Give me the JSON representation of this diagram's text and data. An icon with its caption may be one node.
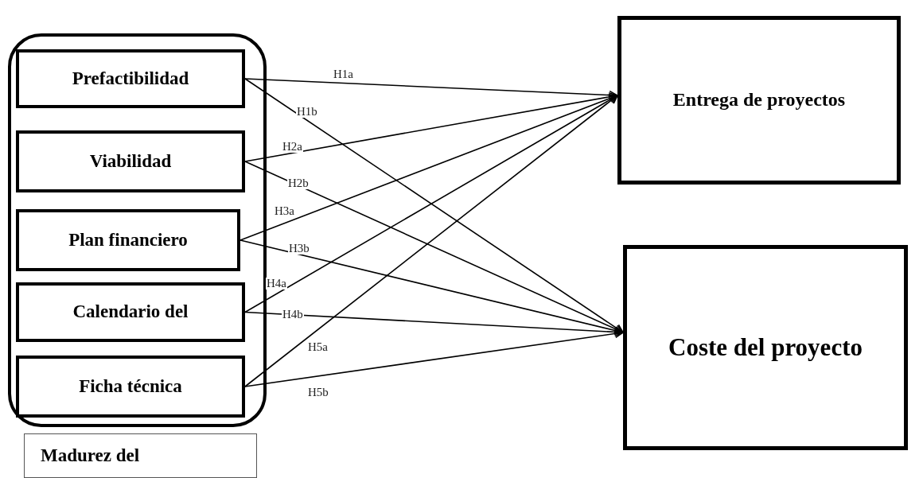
{
  "diagram": {
    "nodes": [
      {
        "text": [],
        "shape": "box"
      },
      {
        "text": [
          "Prefactibilidad"
        ],
        "in": 0
      },
      {
        "text": [
          "Viabilidad"
        ],
        "in": 0
      },
      {
        "text": [
          "Plan financiero"
        ],
        "in": 0
      },
      {
        "text": [
          "Calendario del"
        ],
        "in": 0
      },
      {
        "text": [
          "Ficha técnica"
        ],
        "in": 0
      },
      {
        "text": [
          "Madurez del"
        ]
      },
      {
        "text": [
          "Entrega de proyectos"
        ]
      },
      {
        "text": [
          "Coste del proyecto"
        ]
      }
    ],
    "edges": [
      {
        "from": 1,
        "to": 7,
        "arrow": "to",
        "label": "H1a"
      },
      {
        "from": 1,
        "to": 8,
        "arrow": "to",
        "label": "H1b"
      },
      {
        "from": 2,
        "to": 7,
        "arrow": "to",
        "label": "H2a"
      },
      {
        "from": 2,
        "to": 8,
        "arrow": "to",
        "label": "H2b"
      },
      {
        "from": 3,
        "to": 7,
        "arrow": "to",
        "label": "H3a"
      },
      {
        "from": 3,
        "to": 8,
        "arrow": "to",
        "label": "H3b"
      },
      {
        "from": 4,
        "to": 7,
        "arrow": "to",
        "label": "H4a"
      },
      {
        "from": 4,
        "to": 8,
        "arrow": "to",
        "label": "H4b"
      },
      {
        "from": 5,
        "to": 7,
        "arrow": "to",
        "label": "H5a"
      },
      {
        "from": 5,
        "to": 8,
        "arrow": "to",
        "label": "H5b"
      }
    ]
  }
}
